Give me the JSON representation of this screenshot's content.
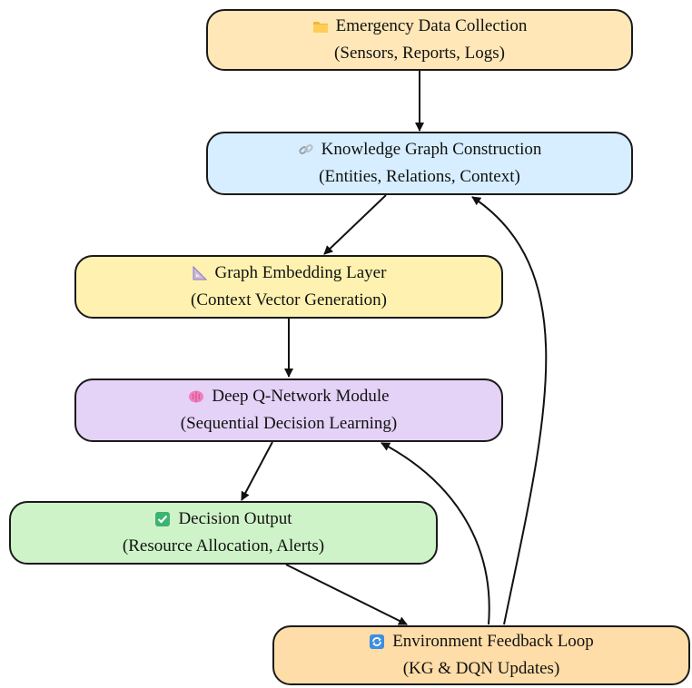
{
  "nodes": {
    "collection": {
      "title": "Emergency Data Collection",
      "subtitle": "(Sensors, Reports, Logs)",
      "icon": "folder-icon",
      "fill": "#FFE7B8"
    },
    "kg": {
      "title": "Knowledge Graph Construction",
      "subtitle": "(Entities, Relations, Context)",
      "icon": "link-icon",
      "fill": "#D6EEFF"
    },
    "embedding": {
      "title": "Graph Embedding Layer",
      "subtitle": "(Context Vector Generation)",
      "icon": "triangle-ruler-icon",
      "fill": "#FFF2B0"
    },
    "dqn": {
      "title": "Deep Q-Network Module",
      "subtitle": "(Sequential Decision Learning)",
      "icon": "brain-icon",
      "fill": "#E4D2F7"
    },
    "decision": {
      "title": "Decision Output",
      "subtitle": "(Resource Allocation, Alerts)",
      "icon": "check-box-icon",
      "fill": "#CFF3C9"
    },
    "feedback": {
      "title": "Environment Feedback Loop",
      "subtitle": "(KG & DQN Updates)",
      "icon": "refresh-icon",
      "fill": "#FFDDA8"
    }
  },
  "edges": [
    {
      "from": "collection",
      "to": "kg"
    },
    {
      "from": "kg",
      "to": "embedding"
    },
    {
      "from": "embedding",
      "to": "dqn"
    },
    {
      "from": "dqn",
      "to": "decision"
    },
    {
      "from": "decision",
      "to": "feedback"
    },
    {
      "from": "feedback",
      "to": "dqn"
    },
    {
      "from": "feedback",
      "to": "kg"
    }
  ]
}
